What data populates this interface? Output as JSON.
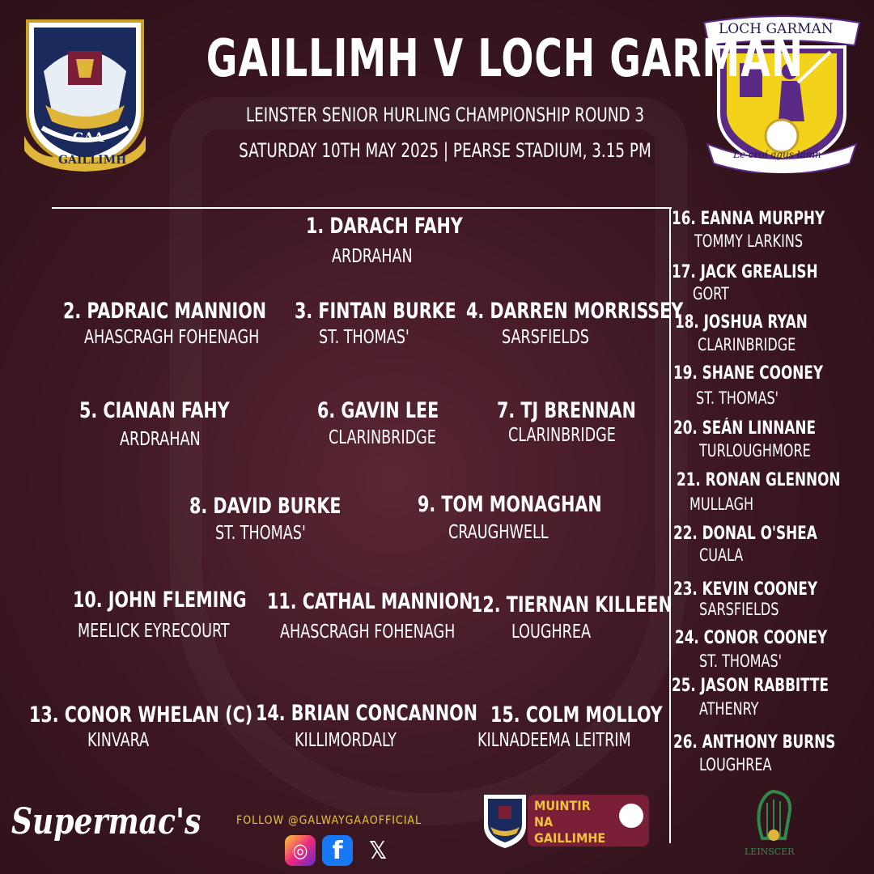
{
  "header": {
    "title": "GAILLIMH V LOCH GARMAN",
    "competition": "LEINSTER SENIOR HURLING CHAMPIONSHIP ROUND 3",
    "details": "SATURDAY 10TH MAY 2025 | PEARSE STADIUM, 3.15 PM"
  },
  "crest_left": {
    "gaa_text": "GAA",
    "name": "GAILLIMH"
  },
  "crest_right": {
    "name": "LOCH GARMAN",
    "motto": "Le croí agus lámh"
  },
  "starting": [
    {
      "name": "1. DARACH FAHY",
      "club": "ARDRAHAN"
    },
    {
      "name": "2. PADRAIC MANNION",
      "club": "AHASCRAGH FOHENAGH"
    },
    {
      "name": "3. FINTAN BURKE",
      "club": "ST. THOMAS'"
    },
    {
      "name": "4. DARREN MORRISSEY",
      "club": "SARSFIELDS"
    },
    {
      "name": "5. CIANAN FAHY",
      "club": "ARDRAHAN"
    },
    {
      "name": "6. GAVIN LEE",
      "club": "CLARINBRIDGE"
    },
    {
      "name": "7. TJ BRENNAN",
      "club": "CLARINBRIDGE"
    },
    {
      "name": "8. DAVID BURKE",
      "club": "ST. THOMAS'"
    },
    {
      "name": "9. TOM MONAGHAN",
      "club": "CRAUGHWELL"
    },
    {
      "name": "10. JOHN FLEMING",
      "club": "MEELICK EYRECOURT"
    },
    {
      "name": "11. CATHAL MANNION",
      "club": "AHASCRAGH FOHENAGH"
    },
    {
      "name": "12. TIERNAN KILLEEN",
      "club": "LOUGHREA"
    },
    {
      "name": "13. CONOR WHELAN (C)",
      "club": "KINVARA"
    },
    {
      "name": "14. BRIAN CONCANNON",
      "club": "KILLIMORDALY"
    },
    {
      "name": "15. COLM MOLLOY",
      "club": "KILNADEEMA LEITRIM"
    }
  ],
  "subs": [
    {
      "name": "16. EANNA MURPHY",
      "club": "TOMMY LARKINS"
    },
    {
      "name": "17. JACK GREALISH",
      "club": "GORT"
    },
    {
      "name": "18. JOSHUA RYAN",
      "club": "CLARINBRIDGE"
    },
    {
      "name": "19. SHANE COONEY",
      "club": "ST. THOMAS'"
    },
    {
      "name": "20. SEÁN LINNANE",
      "club": "TURLOUGHMORE"
    },
    {
      "name": "21. RONAN GLENNON",
      "club": "MULLAGH"
    },
    {
      "name": "22. DONAL O'SHEA",
      "club": "CUALA"
    },
    {
      "name": "23. KEVIN COONEY",
      "club": "SARSFIELDS"
    },
    {
      "name": "24. CONOR COONEY",
      "club": "ST. THOMAS'"
    },
    {
      "name": "25. JASON RABBITTE",
      "club": "ATHENRY"
    },
    {
      "name": "26. ANTHONY BURNS",
      "club": "LOUGHREA"
    }
  ],
  "footer": {
    "sponsor": "Supermac's",
    "follow": "FOLLOW @GALWAYGAAOFFICIAL",
    "social": [
      {
        "icon": "instagram-icon",
        "glyph": "◎",
        "color": "#d6296f"
      },
      {
        "icon": "facebook-icon",
        "glyph": "f",
        "color": "#1877f2"
      },
      {
        "icon": "x-icon",
        "glyph": "𝕏",
        "color": "#ffffff"
      }
    ],
    "muintir_line1": "MUINTIR",
    "muintir_line2": "NA",
    "muintir_line3": "GAILLIMHE",
    "leinster": "LEINSCER"
  }
}
